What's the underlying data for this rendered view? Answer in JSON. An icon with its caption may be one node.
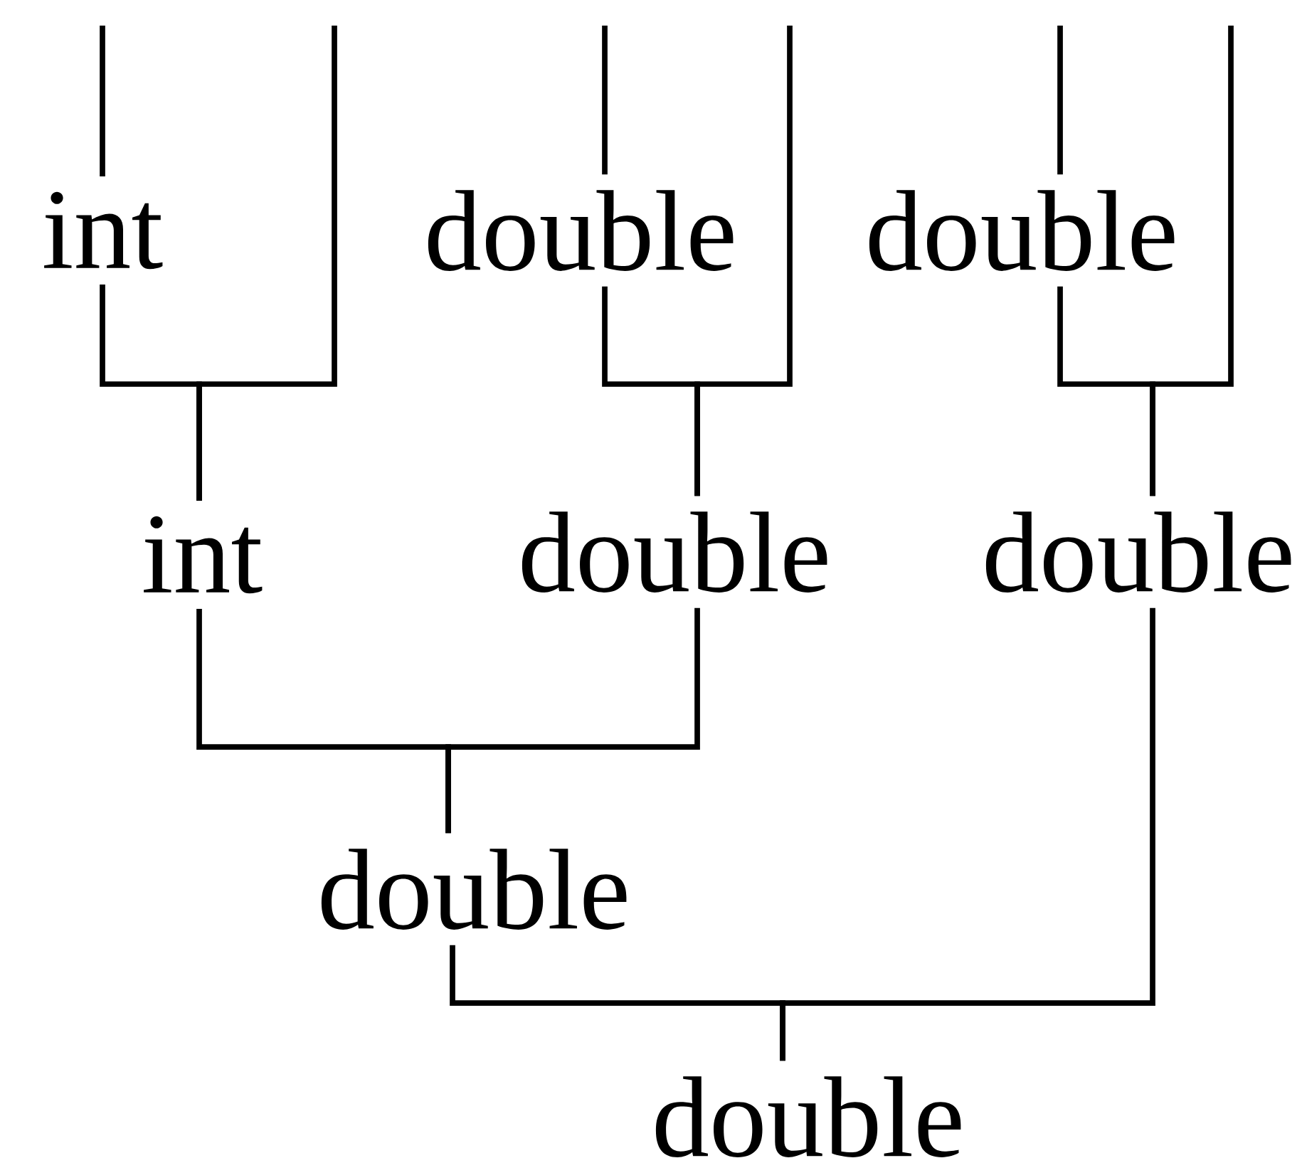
{
  "diagram": {
    "nodes": [
      {
        "text": [
          "int"
        ]
      },
      {
        "text": [
          "double"
        ]
      },
      {
        "text": [
          "double"
        ]
      },
      {
        "text": [
          "int"
        ]
      },
      {
        "text": [
          "double"
        ]
      },
      {
        "text": [
          "double"
        ]
      },
      {
        "text": [
          "double"
        ]
      },
      {
        "text": [
          "double"
        ]
      }
    ],
    "edges": [
      {
        "from": null,
        "to": 0,
        "arrow": "none"
      },
      {
        "from": 0,
        "to": 3,
        "arrow": "none"
      },
      {
        "from": null,
        "to": 3,
        "arrow": "none"
      },
      {
        "from": null,
        "to": 1,
        "arrow": "none"
      },
      {
        "from": 1,
        "to": 4,
        "arrow": "none"
      },
      {
        "from": null,
        "to": 4,
        "arrow": "none"
      },
      {
        "from": null,
        "to": 2,
        "arrow": "none"
      },
      {
        "from": 2,
        "to": 5,
        "arrow": "none"
      },
      {
        "from": null,
        "to": 5,
        "arrow": "none"
      },
      {
        "from": 3,
        "to": 6,
        "arrow": "none"
      },
      {
        "from": 4,
        "to": 6,
        "arrow": "none"
      },
      {
        "from": 6,
        "to": 7,
        "arrow": "none"
      },
      {
        "from": 5,
        "to": 7,
        "arrow": "none"
      }
    ]
  }
}
